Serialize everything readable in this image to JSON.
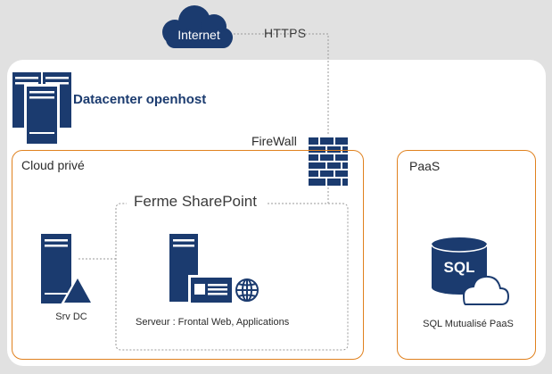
{
  "diagram": {
    "internet_label": "Internet",
    "https_label": "HTTPS",
    "datacenter_title": "Datacenter openhost",
    "firewall_label": "FireWall",
    "cloud_label": "Cloud privé",
    "farm_title": "Ferme SharePoint",
    "paas_label": "PaaS",
    "srv_dc_label": "Srv DC",
    "frontal_label": "Serveur : Frontal Web, Applications",
    "sql_label": "SQL Mutualisé PaaS",
    "sql_icon_text": "SQL"
  },
  "colors": {
    "brand_blue": "#1b3b6f",
    "orange_border": "#e0811e",
    "dashed_line": "#9a9a9a",
    "background": "#e1e1e1",
    "panel": "#ffffff"
  },
  "icons": [
    "cloud-icon",
    "datacenter-servers-icon",
    "firewall-icon",
    "server-dc-icon",
    "web-server-icon",
    "sql-database-icon"
  ]
}
